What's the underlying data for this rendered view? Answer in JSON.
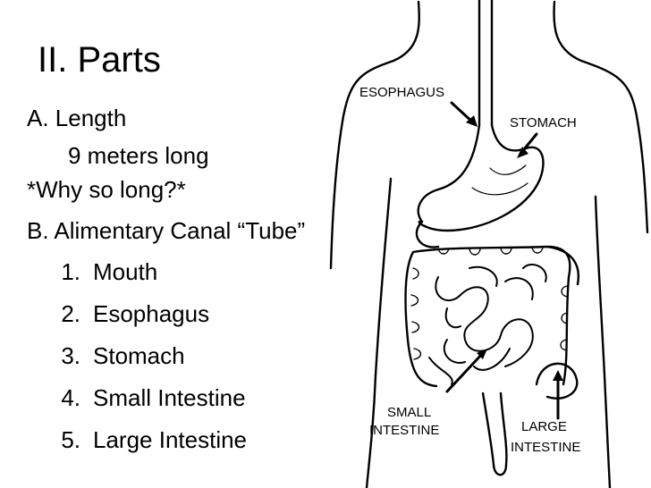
{
  "title": "II. Parts",
  "section_a": {
    "heading": "A. Length",
    "detail": "9 meters long",
    "question": "*Why so long?*"
  },
  "section_b": {
    "heading": "B. Alimentary Canal “Tube”",
    "items": [
      {
        "num": "1.",
        "label": "Mouth"
      },
      {
        "num": "2.",
        "label": "Esophagus"
      },
      {
        "num": "3.",
        "label": "Stomach"
      },
      {
        "num": "4.",
        "label": "Small Intestine"
      },
      {
        "num": "5.",
        "label": "Large Intestine"
      }
    ]
  },
  "diagram_labels": {
    "esophagus": "ESOPHAGUS",
    "stomach": "STOMACH",
    "small_1": "SMALL",
    "small_2": "INTESTINE",
    "large_1": "LARGE",
    "large_2": "INTESTINE"
  }
}
